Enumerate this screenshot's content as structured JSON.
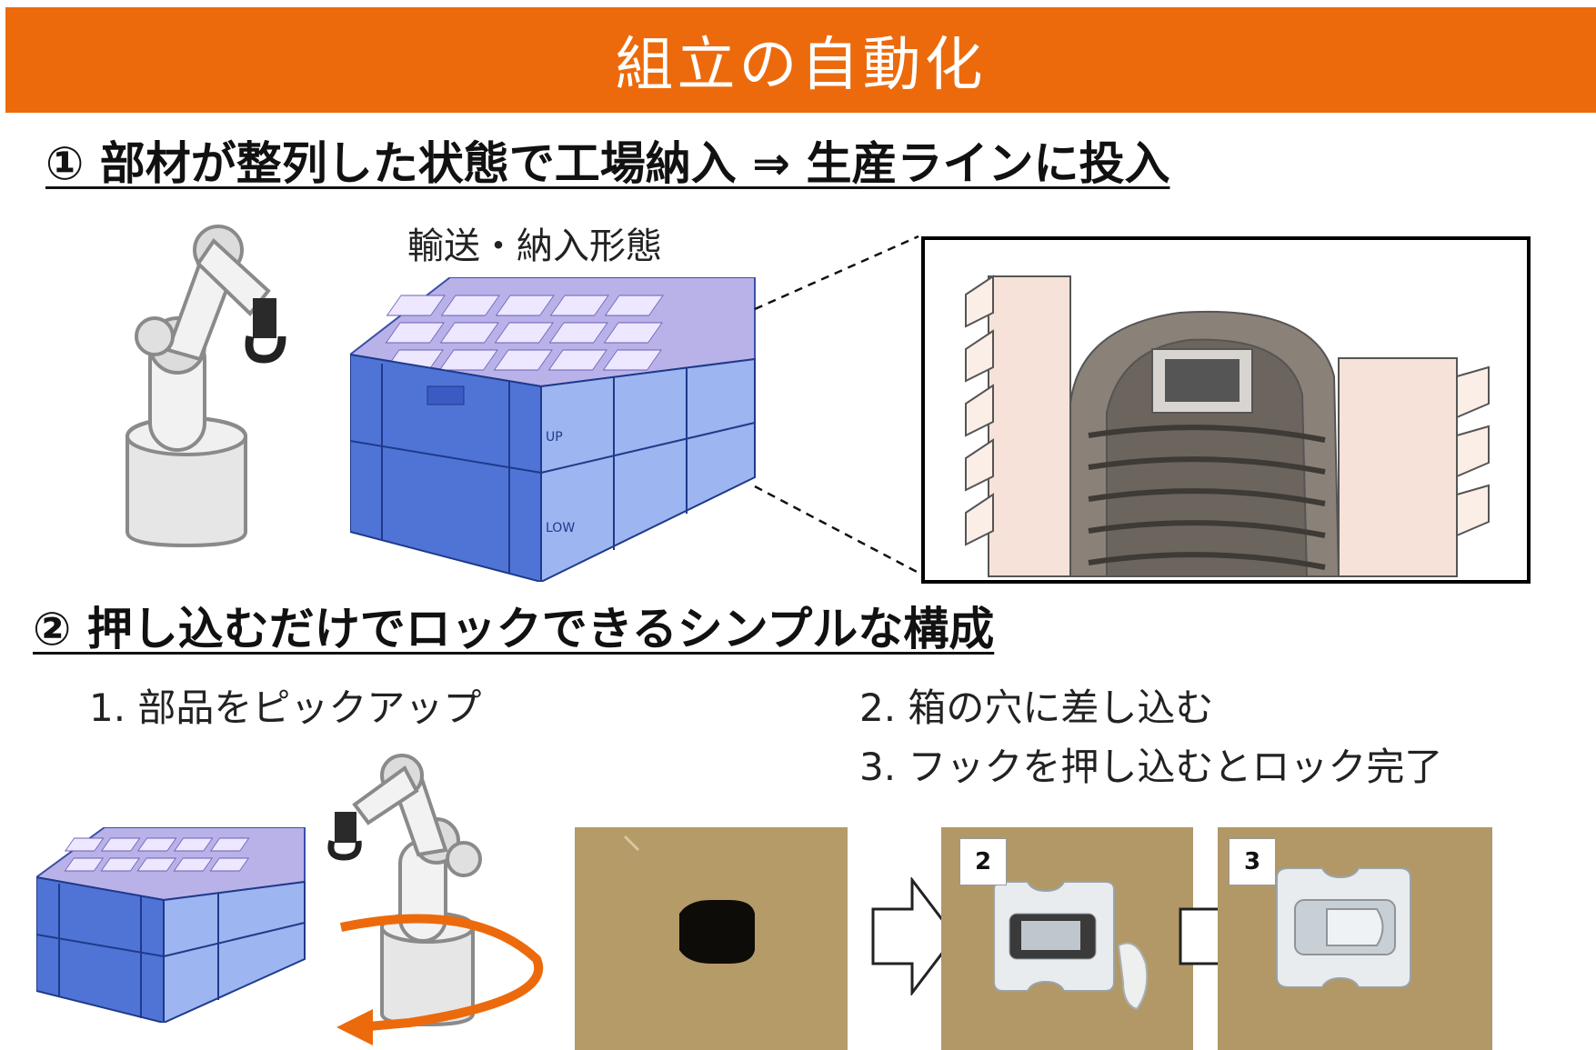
{
  "title": "組立の自動化",
  "section1": {
    "heading": "① 部材が整列した状態で工場納入 ⇒ 生産ラインに投入",
    "caption": "輸送・納入形態"
  },
  "section2": {
    "heading": "② 押し込むだけでロックできるシンプルな構成",
    "steps": [
      "1. 部品をピックアップ",
      "2. 箱の穴に差し込む",
      "3. フックを押し込むとロック完了"
    ],
    "badges": [
      "2",
      "3"
    ]
  },
  "container_labels": {
    "up": "UP",
    "low": "LOW"
  },
  "colors": {
    "title_bar": "#ec6a0c",
    "container_blue": "#4f74d6",
    "cardboard": "#b39a6a",
    "rotation_arrow": "#ec6a0c"
  }
}
